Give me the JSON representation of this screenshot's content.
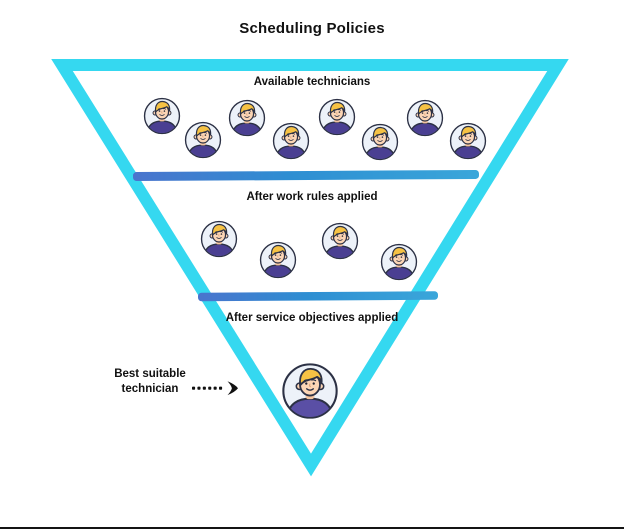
{
  "title": "Scheduling Policies",
  "funnel": {
    "levels": [
      {
        "label": "Available technicians",
        "technician_count": 8
      },
      {
        "label": "After work rules applied",
        "technician_count": 4
      },
      {
        "label": "After service objectives applied",
        "technician_count": 1
      }
    ]
  },
  "annotation": {
    "label": "Best suitable\ntechnician",
    "arrow_icon": "dotted-arrow-right"
  },
  "icons": {
    "technician": "technician-avatar"
  },
  "colors": {
    "funnel_border": "#35d8f0",
    "divider_start": "#4a74cd",
    "divider_mid": "#2e8ed2",
    "divider_end": "#3aa6da",
    "avatar_outline": "#2c3145",
    "avatar_bg": "#edf2f9",
    "hair": "#f6c244",
    "skin": "#fbd5b5",
    "shirt": "#4a3f92",
    "shirt_large": "#5a4fa5",
    "text": "#111111",
    "arrow": "#111111",
    "bottom_rule": "#141414"
  }
}
